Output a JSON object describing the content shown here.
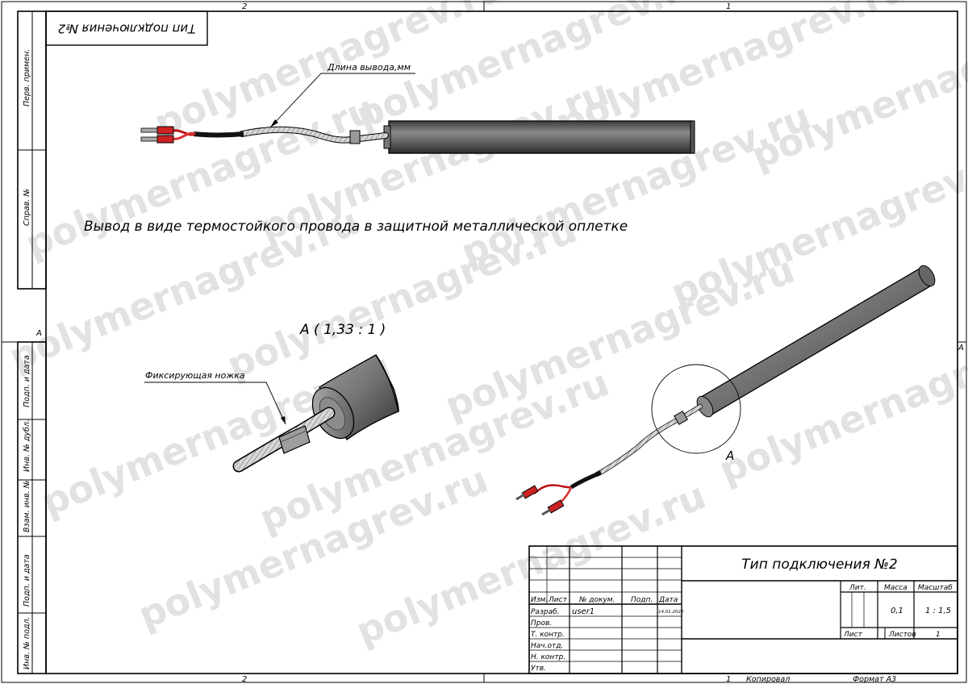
{
  "drawing": {
    "zone_labels": [
      "2",
      "1",
      "A"
    ],
    "stamp_top_mirrored": "Тип подключения №2",
    "callout_lead_length": "Длина вывода,мм",
    "caption": "Вывод в виде термостойкого провода в защитной металлической оплетке",
    "detail_view_title": "А ( 1,33 : 1 )",
    "callout_fixing_leg": "Фиксирующая ножка",
    "detail_marker": "А",
    "watermark": "polymernagrev.ru"
  },
  "left_strip": {
    "labels": [
      "Перв. примен.",
      "Справ. №",
      "Подп. и дата",
      "Инв. № дубл.",
      "Взам. инв. №",
      "Подп. и дата",
      "Инв. № подл."
    ]
  },
  "title_block": {
    "document_title": "Тип подключения №2",
    "headers": {
      "izm": "Изм.",
      "list": "Лист",
      "doc_no": "№ докум.",
      "sign": "Подп.",
      "date": "Дата"
    },
    "rows": {
      "developed": "Разраб.",
      "checked": "Пров.",
      "tech_control": "Т. контр.",
      "dept_head": "Нач.отд.",
      "norm_control": "Н. контр.",
      "approved": "Утв."
    },
    "developer_name": "user1",
    "developed_date": "14.01.2022",
    "lit_label": "Лит.",
    "mass_label": "Масса",
    "scale_label": "Масштаб",
    "mass_value": "0,1",
    "scale_value": "1 : 1,5",
    "sheet_label": "Лист",
    "sheets_label": "Листов",
    "sheets_value": "1"
  },
  "footer": {
    "copied": "Копировал",
    "format": "Формат А3"
  }
}
